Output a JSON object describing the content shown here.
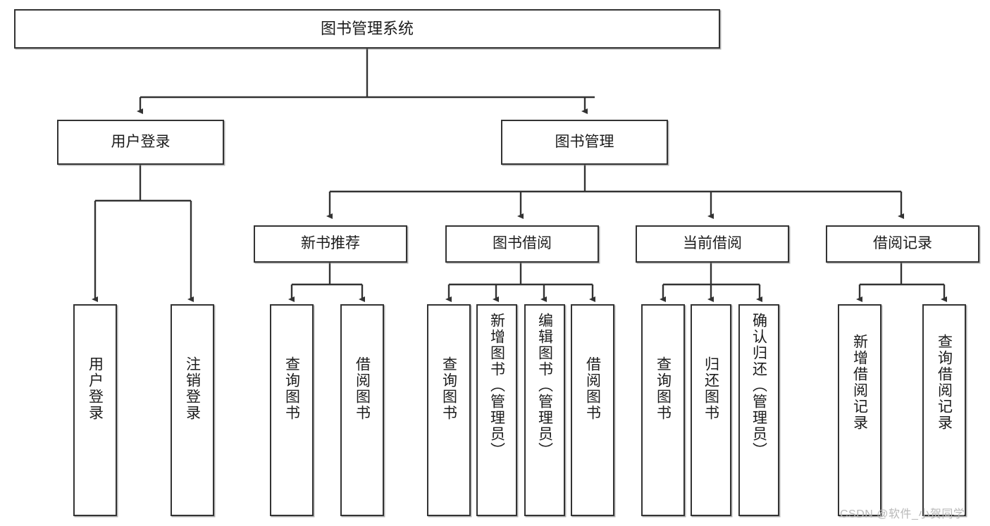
{
  "diagram": {
    "type": "hierarchy-tree",
    "title": "图书管理系统",
    "watermark": "CSDN @软件_小贺同学",
    "levels": 4,
    "nodes": {
      "root": {
        "label": "图书管理系统",
        "orientation": "horizontal"
      },
      "l2": [
        {
          "label": "用户登录",
          "orientation": "horizontal"
        },
        {
          "label": "图书管理",
          "orientation": "horizontal"
        }
      ],
      "l3": [
        {
          "label": "新书推荐",
          "orientation": "horizontal"
        },
        {
          "label": "图书借阅",
          "orientation": "horizontal"
        },
        {
          "label": "当前借阅",
          "orientation": "horizontal"
        },
        {
          "label": "借阅记录",
          "orientation": "horizontal"
        }
      ],
      "l4": [
        {
          "label": "用户登录",
          "orientation": "vertical",
          "parent": "用户登录"
        },
        {
          "label": "注销登录",
          "orientation": "vertical",
          "parent": "用户登录"
        },
        {
          "label": "查询图书",
          "orientation": "vertical",
          "parent": "新书推荐"
        },
        {
          "label": "借阅图书",
          "orientation": "vertical",
          "parent": "新书推荐"
        },
        {
          "label": "查询图书",
          "orientation": "vertical",
          "parent": "图书借阅"
        },
        {
          "label": "新增图书（管理员）",
          "orientation": "vertical",
          "parent": "图书借阅"
        },
        {
          "label": "编辑图书（管理员）",
          "orientation": "vertical",
          "parent": "图书借阅"
        },
        {
          "label": "借阅图书",
          "orientation": "vertical",
          "parent": "图书借阅"
        },
        {
          "label": "查询图书",
          "orientation": "vertical",
          "parent": "当前借阅"
        },
        {
          "label": "归还图书",
          "orientation": "vertical",
          "parent": "当前借阅"
        },
        {
          "label": "确认归还（管理员）",
          "orientation": "vertical",
          "parent": "当前借阅"
        },
        {
          "label": "新增借阅记录",
          "orientation": "vertical",
          "parent": "借阅记录"
        },
        {
          "label": "查询借阅记录",
          "orientation": "vertical",
          "parent": "借阅记录"
        }
      ]
    },
    "colors": {
      "border": "#333333",
      "background": "#ffffff",
      "text": "#1c1c1c",
      "connector": "#333333",
      "watermark": "#b9b9b9"
    }
  }
}
